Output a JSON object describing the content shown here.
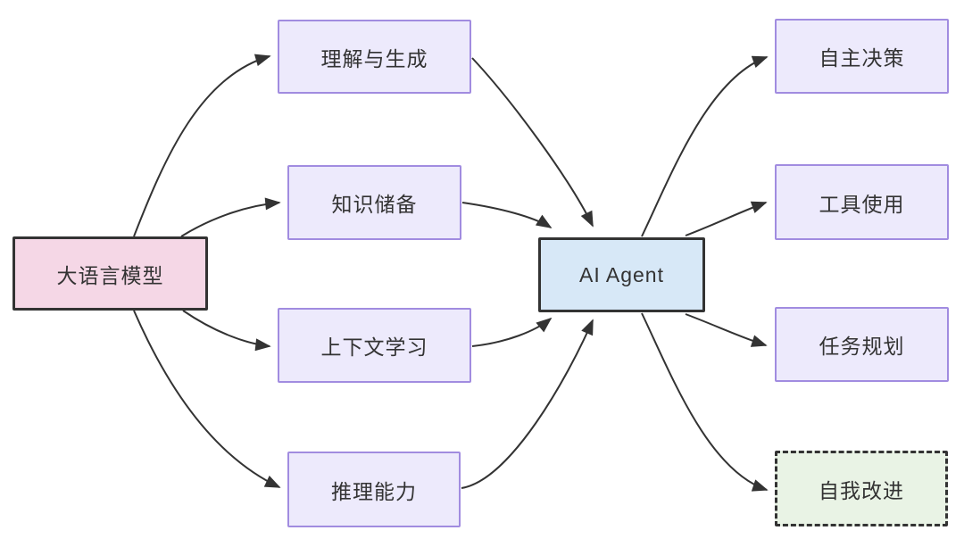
{
  "nodes": {
    "llm": {
      "label": "大语言模型"
    },
    "understanding": {
      "label": "理解与生成"
    },
    "knowledge": {
      "label": "知识储备"
    },
    "context": {
      "label": "上下文学习"
    },
    "reasoning": {
      "label": "推理能力"
    },
    "agent": {
      "label": "AI Agent"
    },
    "decision": {
      "label": "自主决策"
    },
    "tools": {
      "label": "工具使用"
    },
    "planning": {
      "label": "任务规划"
    },
    "improvement": {
      "label": "自我改进"
    }
  },
  "edges": [
    {
      "from": "llm",
      "to": "understanding"
    },
    {
      "from": "llm",
      "to": "knowledge"
    },
    {
      "from": "llm",
      "to": "context"
    },
    {
      "from": "llm",
      "to": "reasoning"
    },
    {
      "from": "understanding",
      "to": "agent"
    },
    {
      "from": "knowledge",
      "to": "agent"
    },
    {
      "from": "context",
      "to": "agent"
    },
    {
      "from": "reasoning",
      "to": "agent"
    },
    {
      "from": "agent",
      "to": "decision"
    },
    {
      "from": "agent",
      "to": "tools"
    },
    {
      "from": "agent",
      "to": "planning"
    },
    {
      "from": "agent",
      "to": "improvement"
    }
  ],
  "colors": {
    "background": "#ffffff",
    "llm_fill": "#f5d7e6",
    "llm_border": "#333333",
    "feature_fill": "#edeafc",
    "feature_border": "#a18ce0",
    "agent_fill": "#d7e8f7",
    "agent_border": "#333333",
    "improvement_fill": "#e9f3e5",
    "improvement_border": "#333333",
    "edge_color": "#333333",
    "text_color": "#333333"
  }
}
